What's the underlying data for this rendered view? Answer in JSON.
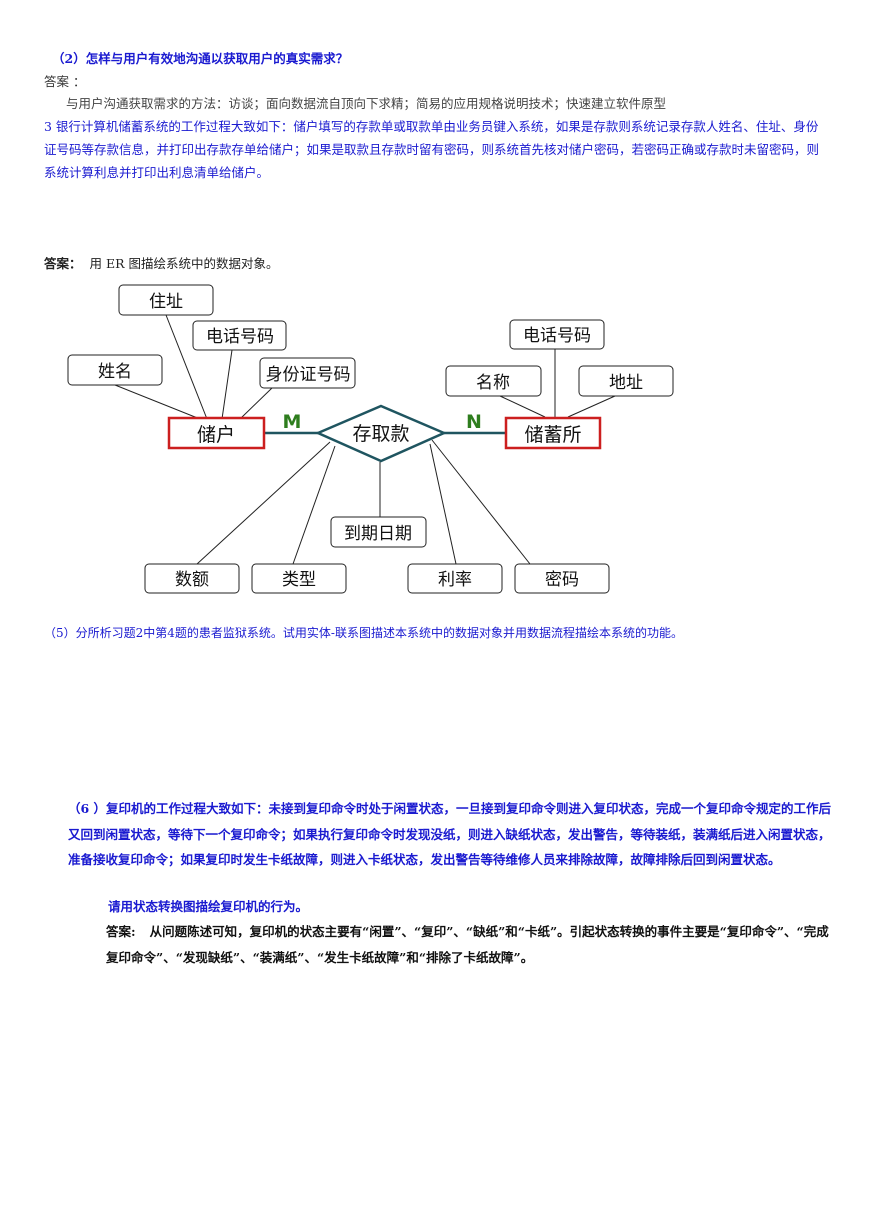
{
  "q2": {
    "title": "（2）怎样与用户有效地沟通以获取用户的真实需求？"
  },
  "q2_answer": {
    "label": "答案 ：",
    "text": "与用户沟通获取需求的方法：访谈；面向数据流自顶向下求精；简易的应用规格说明技术；快速建立软件原型"
  },
  "q3": {
    "text": "3  银行计算机储蓄系统的工作过程大致如下：储户填写的存款单或取款单由业务员键入系统，如果是存款则系统记录存款人姓名、住址、身份证号码等存款信息，并打印出存款存单给储户；如果是取款且存款时留有密码，则系统首先核对储户密码，若密码正确或存款时未留密码，则系统计算利息并打印出利息清单给储户。"
  },
  "er_answer": {
    "label": "答案：",
    "text": "用 ER 图描绘系统中的数据对象。"
  },
  "er_diagram": {
    "entity_left": "储户",
    "entity_right": "储蓄所",
    "relationship": "存取款",
    "card_left": "M",
    "card_right": "N",
    "attrs_left": {
      "address": "住址",
      "phone": "电话号码",
      "name": "姓名",
      "id": "身份证号码"
    },
    "attrs_right": {
      "phone": "电话号码",
      "name": "名称",
      "address": "地址"
    },
    "attrs_rel": {
      "due": "到期日期",
      "amount": "数额",
      "type": "类型",
      "rate": "利率",
      "password": "密码"
    },
    "colors": {
      "entity_border": "#cc1f1f",
      "relationship_border": "#1f5560",
      "card": "#2e7d1e"
    }
  },
  "q5": {
    "text": "（5）分所析习题2中第4题的患者监狱系统。试用实体-联系图描述本系统中的数据对象并用数据流程描绘本系统的功能。"
  },
  "q6": {
    "text": "（6 ）复印机的工作过程大致如下：未接到复印命令时处于闲置状态，一旦接到复印命令则进入复印状态，完成一个复印命令规定的工作后又回到闲置状态，等待下一个复印命令；如果执行复印命令时发现没纸，则进入缺纸状态，发出警告，等待装纸，装满纸后进入闲置状态，准备接收复印命令；如果复印时发生卡纸故障，则进入卡纸状态，发出警告等待维修人员来排除故障，故障排除后回到闲置状态。",
    "sub": "请用状态转换图描绘复印机的行为。",
    "answer_label": "答案:",
    "answer_text": "从问题陈述可知，复印机的状态主要有“闲置”、“复印”、“缺纸”和“卡纸”。引起状态转换的事件主要是“复印命令”、“完成复印命令”、“发现缺纸”、“装满纸”、“发生卡纸故障”和“排除了卡纸故障”。"
  }
}
